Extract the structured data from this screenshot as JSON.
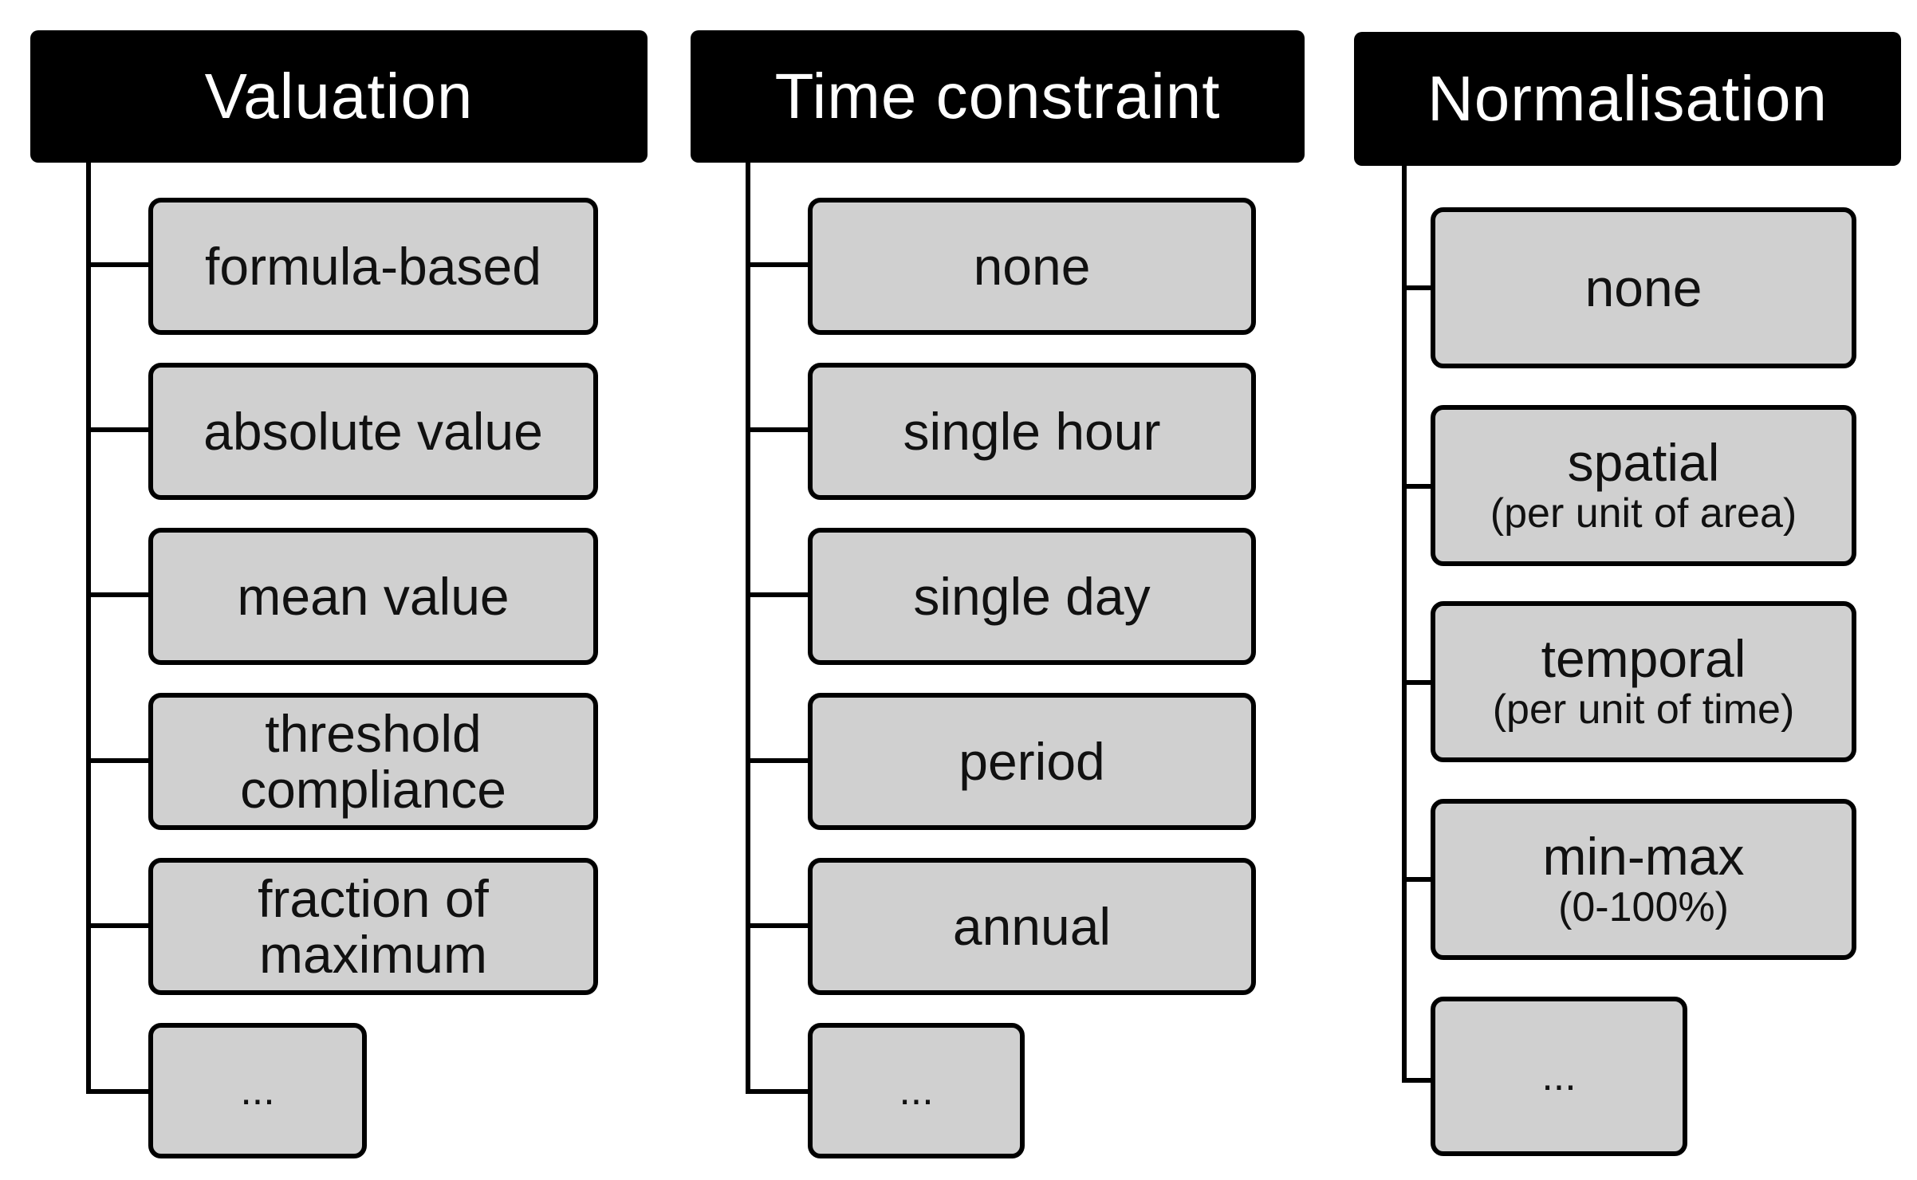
{
  "columns": [
    {
      "header": "Valuation",
      "items": [
        {
          "main": "formula-based"
        },
        {
          "main": "absolute value"
        },
        {
          "main": "mean value"
        },
        {
          "main": "threshold compliance"
        },
        {
          "main": "fraction of maximum"
        },
        {
          "main": "..."
        }
      ]
    },
    {
      "header": "Time constraint",
      "items": [
        {
          "main": "none"
        },
        {
          "main": "single hour"
        },
        {
          "main": "single day"
        },
        {
          "main": "period"
        },
        {
          "main": "annual"
        },
        {
          "main": "..."
        }
      ]
    },
    {
      "header": "Normalisation",
      "items": [
        {
          "main": "none"
        },
        {
          "main": "spatial",
          "sub": "(per unit of area)"
        },
        {
          "main": "temporal",
          "sub": "(per unit of time)"
        },
        {
          "main": "min-max",
          "sub": "(0-100%)"
        },
        {
          "main": "..."
        }
      ]
    }
  ]
}
